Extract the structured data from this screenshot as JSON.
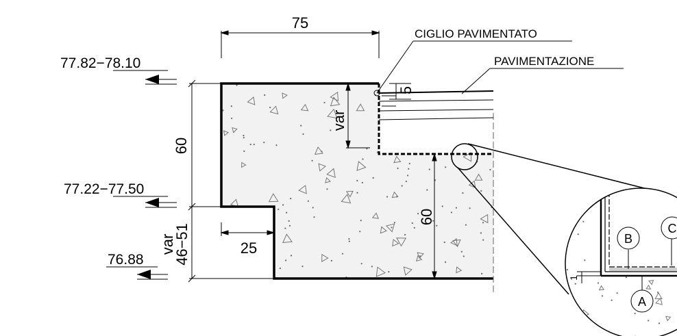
{
  "drawing": {
    "dimensions": {
      "top_width": "75",
      "left_height": "60",
      "lower_height_var": "var",
      "lower_height_range": "46−51",
      "step_width": "25",
      "right_height": "60",
      "inner_height": "var",
      "curb_thickness": "5",
      "detail_thickness": "1"
    },
    "elevations": {
      "top": "77.82−78.10",
      "middle": "77.22−77.50",
      "bottom": "76.88"
    },
    "labels": {
      "curb": "CIGLIO PAVIMENTATO",
      "paving": "PAVIMENTAZIONE"
    },
    "detail_markers": {
      "a": "A",
      "b": "B",
      "c": "C"
    },
    "colors": {
      "line": "#000000",
      "background": "#ffffff",
      "concrete_fill": "#ececec"
    }
  }
}
